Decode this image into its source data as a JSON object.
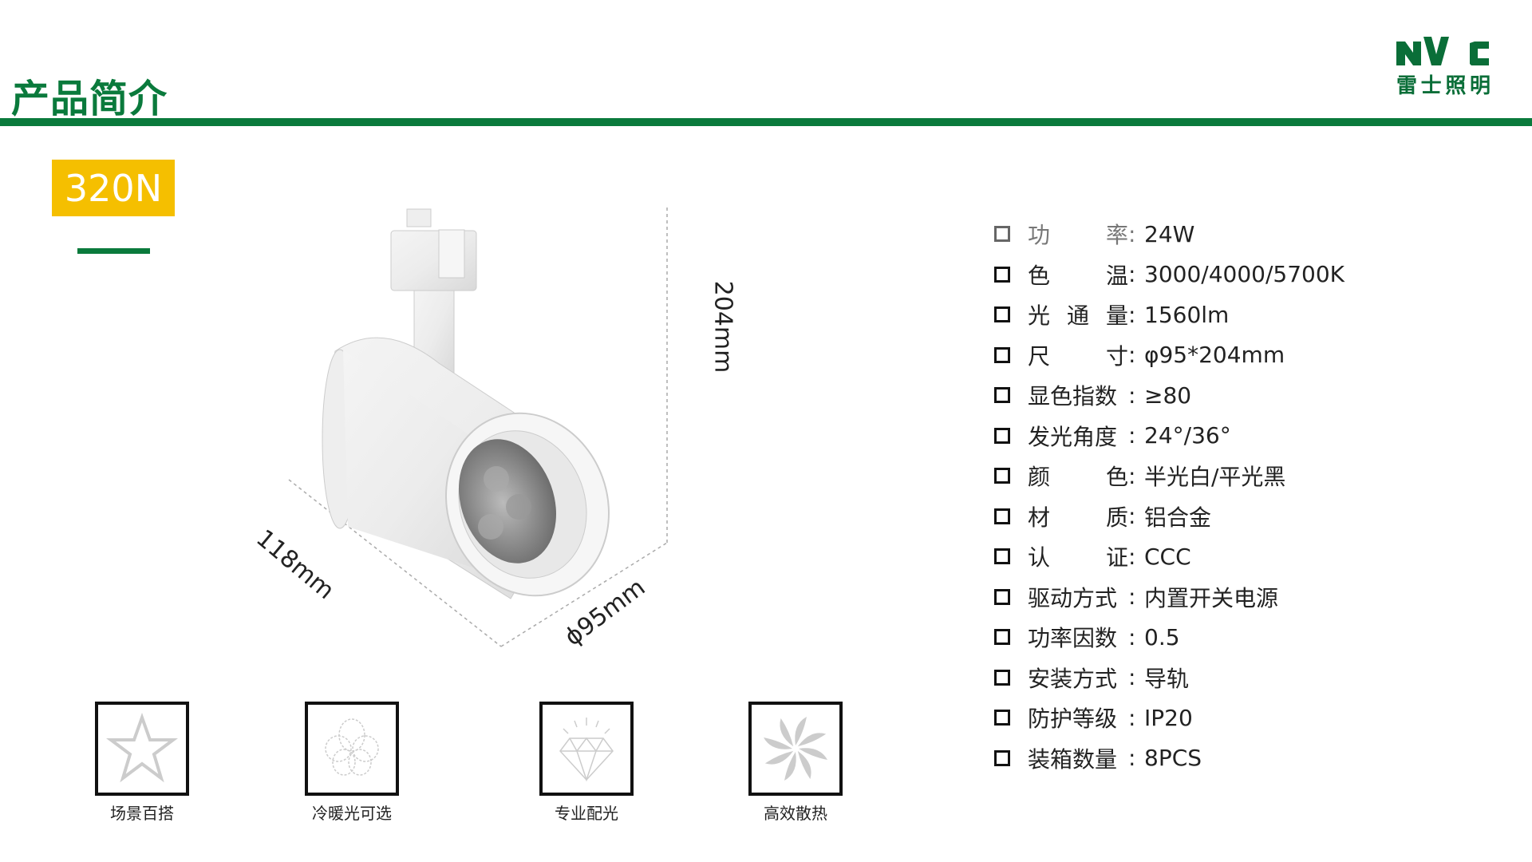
{
  "header": {
    "title": "产品简介",
    "logo_text": "nVc",
    "logo_subtext": "雷士照明"
  },
  "model": "320N",
  "dimensions": {
    "height": "204mm",
    "length": "118mm",
    "diameter": "ϕ95mm"
  },
  "specs": [
    {
      "label": [
        "功",
        "率"
      ],
      "value": "24W"
    },
    {
      "label": [
        "色",
        "温"
      ],
      "value": "3000/4000/5700K"
    },
    {
      "label": [
        "光",
        "通",
        "量"
      ],
      "value": "1560lm"
    },
    {
      "label": [
        "尺",
        "寸"
      ],
      "value": "φ95*204mm"
    },
    {
      "label": [
        "显色指数"
      ],
      "value": "≥80"
    },
    {
      "label": [
        "发光角度"
      ],
      "value": "24°/36°"
    },
    {
      "label": [
        "颜",
        "色"
      ],
      "value": "半光白/平光黑"
    },
    {
      "label": [
        "材",
        "质"
      ],
      "value": "铝合金"
    },
    {
      "label": [
        "认",
        "证"
      ],
      "value": "CCC"
    },
    {
      "label": [
        "驱动方式"
      ],
      "value": "内置开关电源"
    },
    {
      "label": [
        "功率因数"
      ],
      "value": "0.5"
    },
    {
      "label": [
        "安装方式"
      ],
      "value": "导轨"
    },
    {
      "label": [
        "防护等级"
      ],
      "value": "IP20"
    },
    {
      "label": [
        "装箱数量"
      ],
      "value": "8PCS"
    }
  ],
  "colon": ":",
  "features": [
    {
      "icon": "star-icon",
      "label": "场景百搭"
    },
    {
      "icon": "flower-icon",
      "label": "冷暖光可选"
    },
    {
      "icon": "diamond-icon",
      "label": "专业配光"
    },
    {
      "icon": "fan-icon",
      "label": "高效散热"
    }
  ],
  "colors": {
    "brand_green": "#0a7a3c",
    "badge_yellow": "#f5bf00"
  }
}
